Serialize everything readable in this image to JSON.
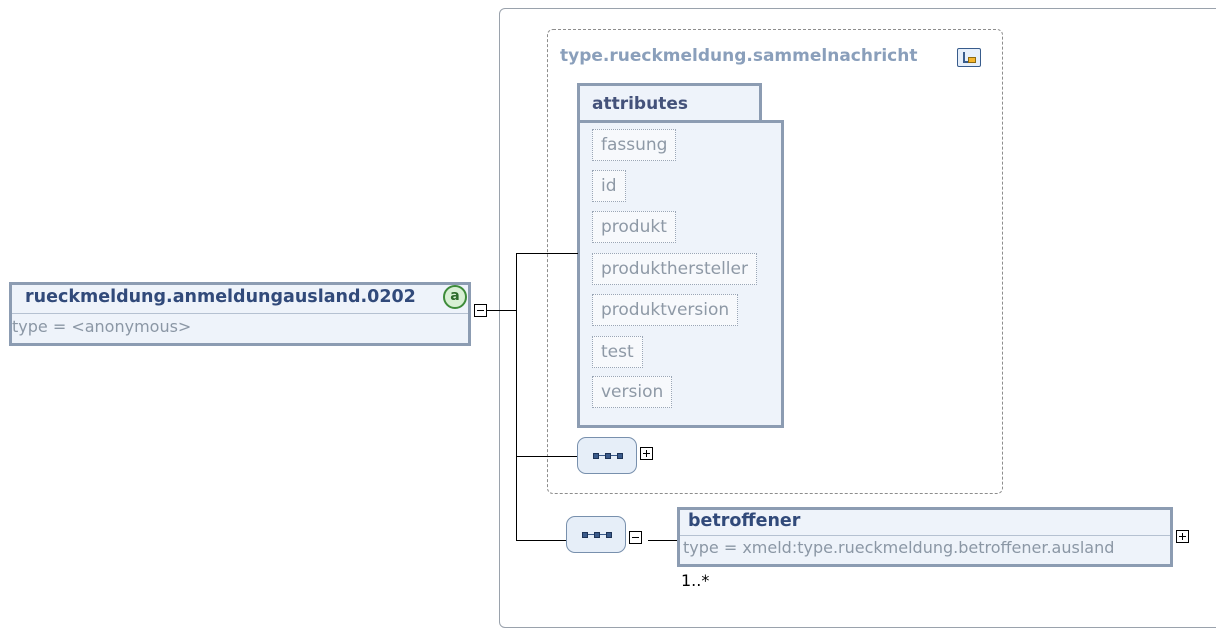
{
  "root_element": {
    "name": "rueckmeldung.anmeldungausland.0202",
    "type": "type = <anonymous>",
    "attr_icon": "a"
  },
  "complex_type": {
    "name": "type.rueckmeldung.sammelnachricht",
    "icon": "complex-type-icon"
  },
  "attributes": {
    "title": "attributes",
    "items": [
      "fassung",
      "id",
      "produkt",
      "produkthersteller",
      "produktversion",
      "test",
      "version"
    ]
  },
  "child_element": {
    "name": "betroffener",
    "type": "type = xmeld:type.rueckmeldung.betroffener.ausland",
    "cardinality": "1..*"
  },
  "colors": {
    "element_fill": "#eef3fa",
    "element_border": "#8c9cb2",
    "title_text": "#314a7a",
    "type_text": "#8b97a5",
    "attribute_icon": "#3e8c3a"
  }
}
